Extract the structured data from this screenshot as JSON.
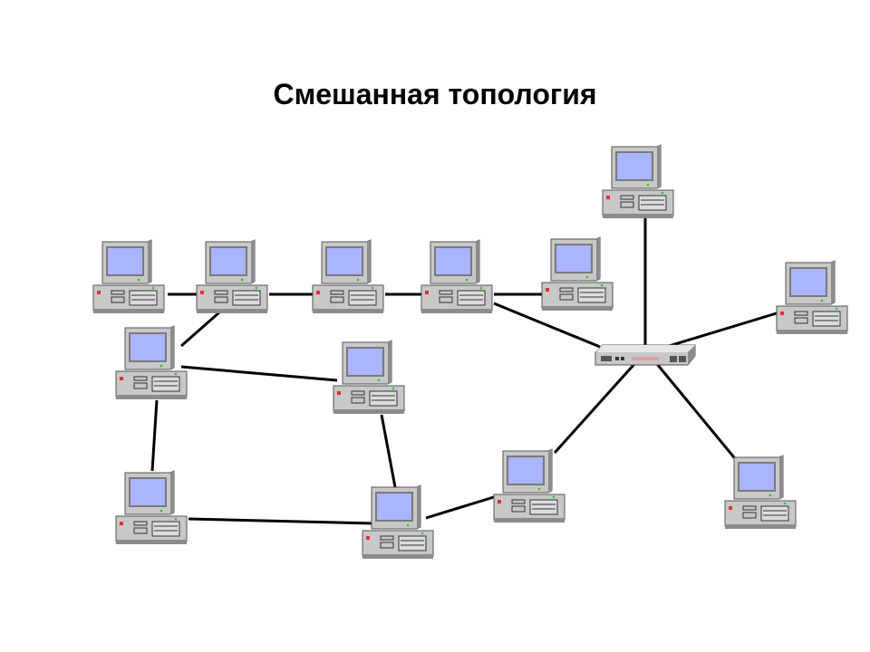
{
  "title": "Смешанная топология",
  "colors": {
    "background": "#ffffff",
    "link": "#000000",
    "screen": "#aab4ff",
    "case": "#c8c8c8",
    "case_shadow": "#8c8c8c",
    "led_red": "#e03030",
    "led_green": "#30c030"
  },
  "nodes": [
    {
      "id": "pc-top-1",
      "type": "computer-icon"
    },
    {
      "id": "pc-top-2",
      "type": "computer-icon"
    },
    {
      "id": "pc-top-3",
      "type": "computer-icon"
    },
    {
      "id": "pc-top-4",
      "type": "computer-icon"
    },
    {
      "id": "pc-top-5",
      "type": "computer-icon"
    },
    {
      "id": "pc-ring-left-top",
      "type": "computer-icon"
    },
    {
      "id": "pc-ring-right-top",
      "type": "computer-icon"
    },
    {
      "id": "pc-ring-left-bottom",
      "type": "computer-icon"
    },
    {
      "id": "pc-ring-right-bottom",
      "type": "computer-icon"
    },
    {
      "id": "pc-star-top",
      "type": "computer-icon"
    },
    {
      "id": "pc-star-right",
      "type": "computer-icon"
    },
    {
      "id": "pc-star-bottom-right",
      "type": "computer-icon"
    },
    {
      "id": "pc-star-bottom-left",
      "type": "computer-icon"
    },
    {
      "id": "hub",
      "type": "hub-icon"
    }
  ],
  "links": [
    [
      "pc-top-1",
      "pc-top-2"
    ],
    [
      "pc-top-2",
      "pc-top-3"
    ],
    [
      "pc-top-3",
      "pc-top-4"
    ],
    [
      "pc-top-4",
      "pc-top-5"
    ],
    [
      "pc-top-2",
      "pc-ring-left-top"
    ],
    [
      "pc-ring-left-top",
      "pc-ring-right-top"
    ],
    [
      "pc-ring-right-top",
      "pc-ring-right-bottom"
    ],
    [
      "pc-ring-right-bottom",
      "pc-ring-left-bottom"
    ],
    [
      "pc-ring-left-bottom",
      "pc-ring-left-top"
    ],
    [
      "pc-ring-right-bottom",
      "pc-star-bottom-left"
    ],
    [
      "pc-top-4",
      "hub"
    ],
    [
      "pc-star-top",
      "hub"
    ],
    [
      "pc-star-right",
      "hub"
    ],
    [
      "pc-star-bottom-right",
      "hub"
    ],
    [
      "pc-star-bottom-left",
      "hub"
    ]
  ]
}
